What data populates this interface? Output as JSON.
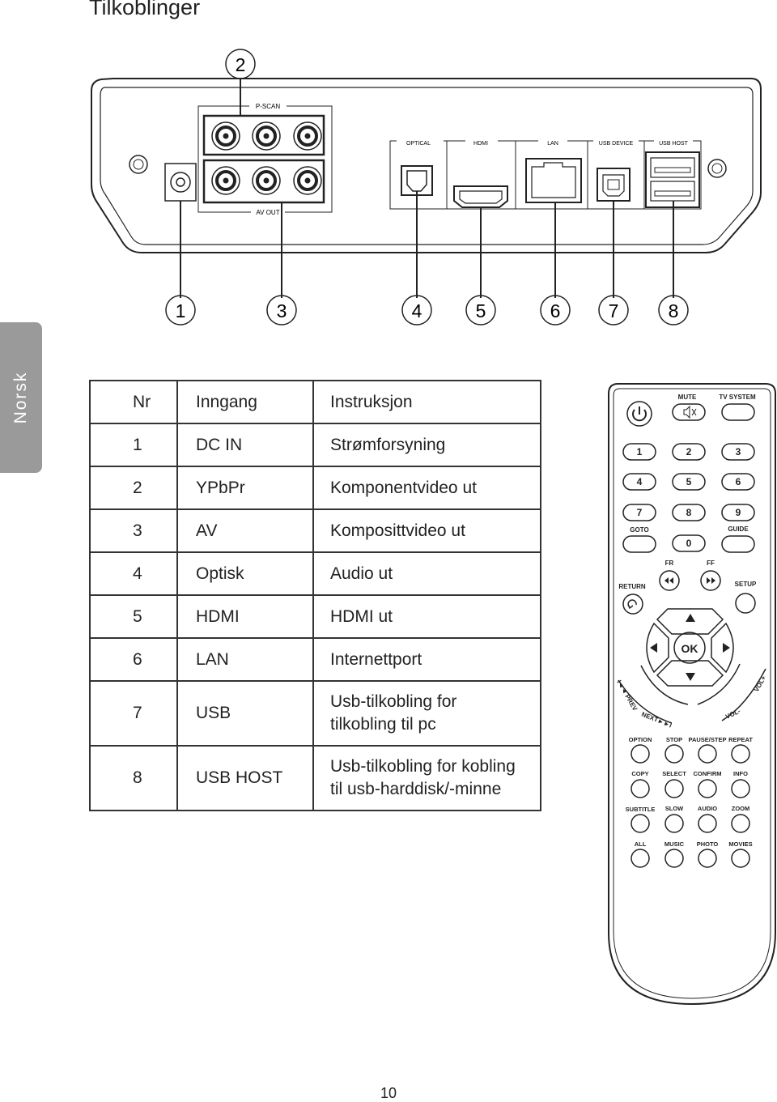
{
  "page": {
    "title": "Tilkoblinger",
    "side_tab": "Norsk",
    "page_number": "10"
  },
  "device": {
    "top_callout": "2",
    "labels": {
      "pscan": "P-SCAN",
      "avout": "AV OUT",
      "optical": "OPTICAL",
      "hdmi": "HDMI",
      "lan": "LAN",
      "usb_device": "USB DEVICE",
      "usb_host": "USB HOST"
    },
    "callouts": [
      "1",
      "3",
      "4",
      "5",
      "6",
      "7",
      "8"
    ]
  },
  "table": {
    "headers": [
      "Nr",
      "Inngang",
      "Instruksjon"
    ],
    "rows": [
      {
        "nr": "1",
        "inngang": "DC IN",
        "instr": [
          "Strømforsyning"
        ]
      },
      {
        "nr": "2",
        "inngang": "YPbPr",
        "instr": [
          "Komponentvideo ut"
        ]
      },
      {
        "nr": "3",
        "inngang": "AV",
        "instr": [
          "Komposittvideo ut"
        ]
      },
      {
        "nr": "4",
        "inngang": "Optisk",
        "instr": [
          "Audio ut"
        ]
      },
      {
        "nr": "5",
        "inngang": "HDMI",
        "instr": [
          "HDMI ut"
        ]
      },
      {
        "nr": "6",
        "inngang": "LAN",
        "instr": [
          "Internettport"
        ]
      },
      {
        "nr": "7",
        "inngang": "USB",
        "instr": [
          "Usb-tilkobling for",
          "tilkobling til pc"
        ]
      },
      {
        "nr": "8",
        "inngang": "USB HOST",
        "instr": [
          "Usb-tilkobling for kobling",
          "til usb-harddisk/-minne"
        ]
      }
    ]
  },
  "remote": {
    "mute": "MUTE",
    "tv_system": "TV SYSTEM",
    "digits": [
      "1",
      "2",
      "3",
      "4",
      "5",
      "6",
      "7",
      "8",
      "9",
      "0"
    ],
    "goto": "GOTO",
    "guide": "GUIDE",
    "fr": "FR",
    "ff": "FF",
    "return": "RETURN",
    "setup": "SETUP",
    "ok": "OK",
    "prev": "I◄◄ PREV",
    "next": "NEXT►►I",
    "vol_plus": "VOL+",
    "vol_minus": "VOL-",
    "row1": [
      "OPTION",
      "STOP",
      "PAUSE/STEP",
      "REPEAT"
    ],
    "row2": [
      "COPY",
      "SELECT",
      "CONFIRM",
      "INFO"
    ],
    "row3": [
      "SUBTITLE",
      "SLOW",
      "AUDIO",
      "ZOOM"
    ],
    "row4": [
      "ALL",
      "MUSIC",
      "PHOTO",
      "MOVIES"
    ]
  }
}
